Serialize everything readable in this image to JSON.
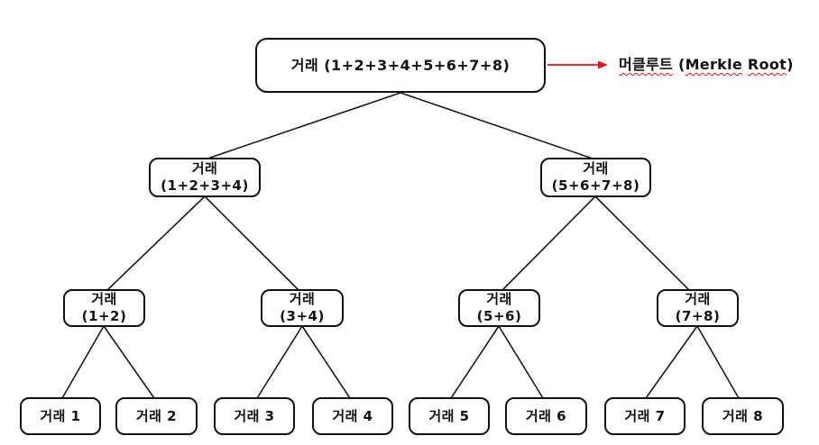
{
  "colors": {
    "accent_red": "#e8131a",
    "line": "#1a1a1a",
    "box_border": "#111111",
    "background": "#ffffff"
  },
  "diagram": {
    "root": {
      "label": "거래 (1+2+3+4+5+6+7+8)"
    },
    "level2": [
      {
        "line1": "거래",
        "line2": "(1+2+3+4)"
      },
      {
        "line1": "거래",
        "line2": "(5+6+7+8)"
      }
    ],
    "level3": [
      {
        "line1": "거래",
        "line2": "(1+2)"
      },
      {
        "line1": "거래",
        "line2": "(3+4)"
      },
      {
        "line1": "거래",
        "line2": "(5+6)"
      },
      {
        "line1": "거래",
        "line2": "(7+8)"
      }
    ],
    "leaves": [
      {
        "label": "거래 1"
      },
      {
        "label": "거래 2"
      },
      {
        "label": "거래 3"
      },
      {
        "label": "거래 4"
      },
      {
        "label": "거래 5"
      },
      {
        "label": "거래 6"
      },
      {
        "label": "거래 7"
      },
      {
        "label": "거래 8"
      }
    ],
    "annotation": {
      "full_text": "머클루트 (Merkle Root)",
      "parts": [
        {
          "text": "머클루트",
          "underline": true
        },
        {
          "text": " (",
          "underline": false
        },
        {
          "text": "Merkle",
          "underline": true
        },
        {
          "text": " ",
          "underline": false
        },
        {
          "text": "Root",
          "underline": true
        },
        {
          "text": ")",
          "underline": false
        }
      ]
    }
  }
}
